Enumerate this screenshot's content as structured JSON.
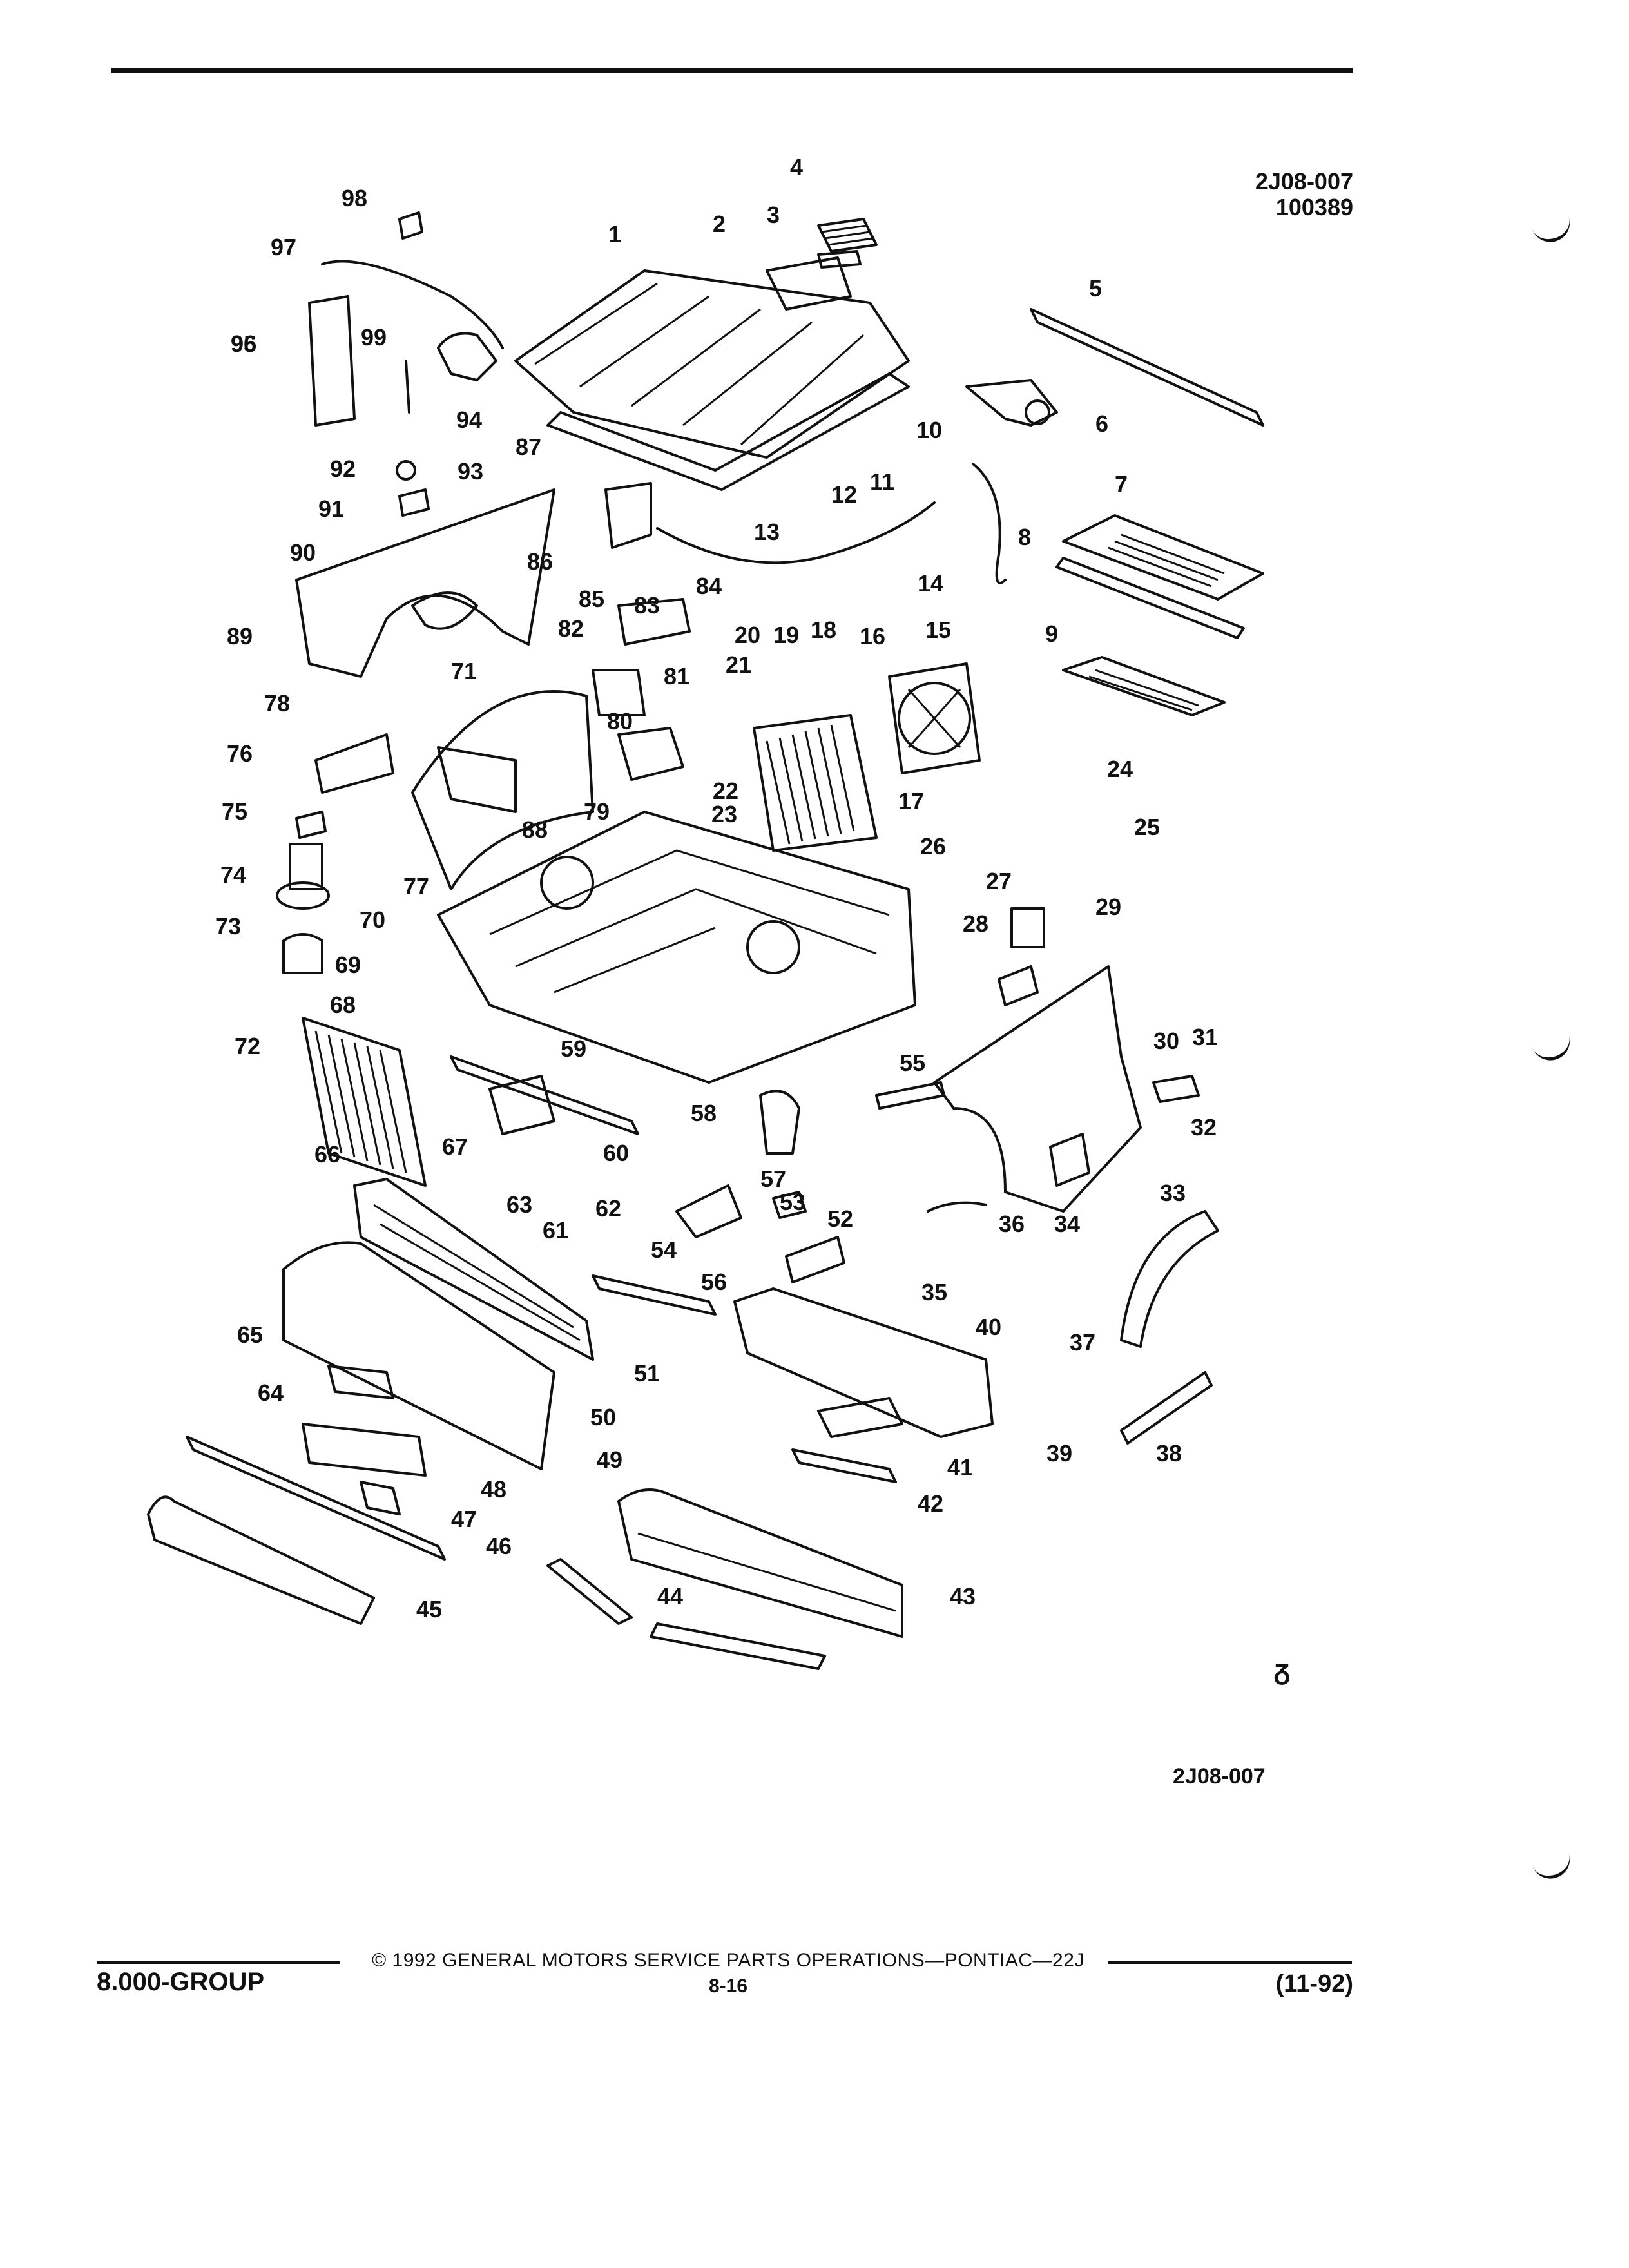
{
  "header": {
    "ref_code": "2J08-007",
    "ref_number": "100389"
  },
  "diagram": {
    "callouts": [
      "1",
      "2",
      "3",
      "4",
      "5",
      "6",
      "7",
      "8",
      "9",
      "10",
      "11",
      "12",
      "13",
      "14",
      "15",
      "16",
      "17",
      "18",
      "19",
      "20",
      "21",
      "22",
      "23",
      "24",
      "25",
      "26",
      "27",
      "28",
      "29",
      "30",
      "31",
      "32",
      "33",
      "34",
      "35",
      "36",
      "37",
      "38",
      "39",
      "40",
      "41",
      "42",
      "43",
      "44",
      "45",
      "46",
      "47",
      "48",
      "49",
      "50",
      "51",
      "52",
      "53",
      "54",
      "55",
      "56",
      "57",
      "58",
      "59",
      "60",
      "61",
      "62",
      "63",
      "64",
      "65",
      "66",
      "67",
      "68",
      "69",
      "70",
      "71",
      "72",
      "73",
      "74",
      "75",
      "76",
      "77",
      "78",
      "79",
      "80",
      "81",
      "82",
      "83",
      "84",
      "85",
      "86",
      "87",
      "88",
      "89",
      "90",
      "91",
      "92",
      "93",
      "94",
      "95",
      "96",
      "97",
      "98",
      "99"
    ],
    "ref_bottom": "2J08-007",
    "logo_glyph": "ᵹ"
  },
  "footer": {
    "group": "8.000-GROUP",
    "copyright": "© 1992 GENERAL MOTORS SERVICE PARTS OPERATIONS—PONTIAC—22J",
    "page": "8-16",
    "date": "(11-92)"
  }
}
